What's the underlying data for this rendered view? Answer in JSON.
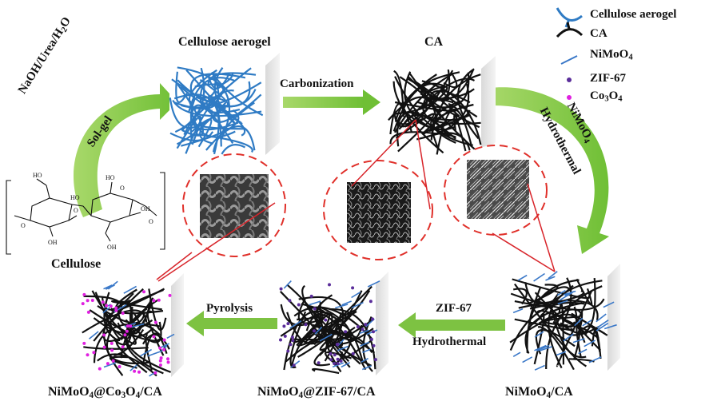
{
  "legend": {
    "items": [
      {
        "label": "Cellulose  aerogel",
        "color": "#2f7bc4",
        "icon": "blue-fiber-icon"
      },
      {
        "label": "CA",
        "color": "#111111",
        "icon": "black-fiber-icon"
      },
      {
        "label": "NiMoO",
        "sub": "4",
        "color": "#3a78c8",
        "icon": "line-icon"
      },
      {
        "label": "ZIF-67",
        "color": "#5a2d9a",
        "icon": "dot-icon"
      },
      {
        "label": "Co",
        "sub": "3",
        "label2": "O",
        "sub2": "4",
        "color": "#e020e0",
        "icon": "dot-icon"
      }
    ]
  },
  "labels": {
    "cellulose_aerogel": "Cellulose  aerogel",
    "ca": "CA",
    "carbonization": "Carbonization",
    "reagents": "NaOH/Urea/H",
    "reagents_sub": "2",
    "reagents_tail": "O",
    "solgel": "Sol-gel",
    "nimoo4_arrow": "NiMoO",
    "nimoo4_arrow_sub": "4",
    "hydrothermal_1": "Hydrothermal",
    "cellulose": "Cellulose",
    "pyrolysis": "Pyrolysis",
    "zif67": "ZIF-67",
    "hydrothermal_2": "Hydrothermal",
    "product_1_a": "NiMoO",
    "product_1_s1": "4",
    "product_1_b": "@Co",
    "product_1_s2": "3",
    "product_1_c": "O",
    "product_1_s3": "4",
    "product_1_d": "/CA",
    "product_2_a": "NiMoO",
    "product_2_s1": "4",
    "product_2_b": "@ZIF-67/CA",
    "product_3_a": "NiMoO",
    "product_3_s1": "4",
    "product_3_b": "/CA"
  },
  "colors": {
    "arrow_green": "#7dc242",
    "aerogel_blue": "#2f7bc4",
    "ca_black": "#111111",
    "nimoo4_blue": "#3a78c8",
    "zif_purple": "#5a2d9a",
    "co3o4_magenta": "#e020e0",
    "dashed_red": "#e0302a"
  }
}
